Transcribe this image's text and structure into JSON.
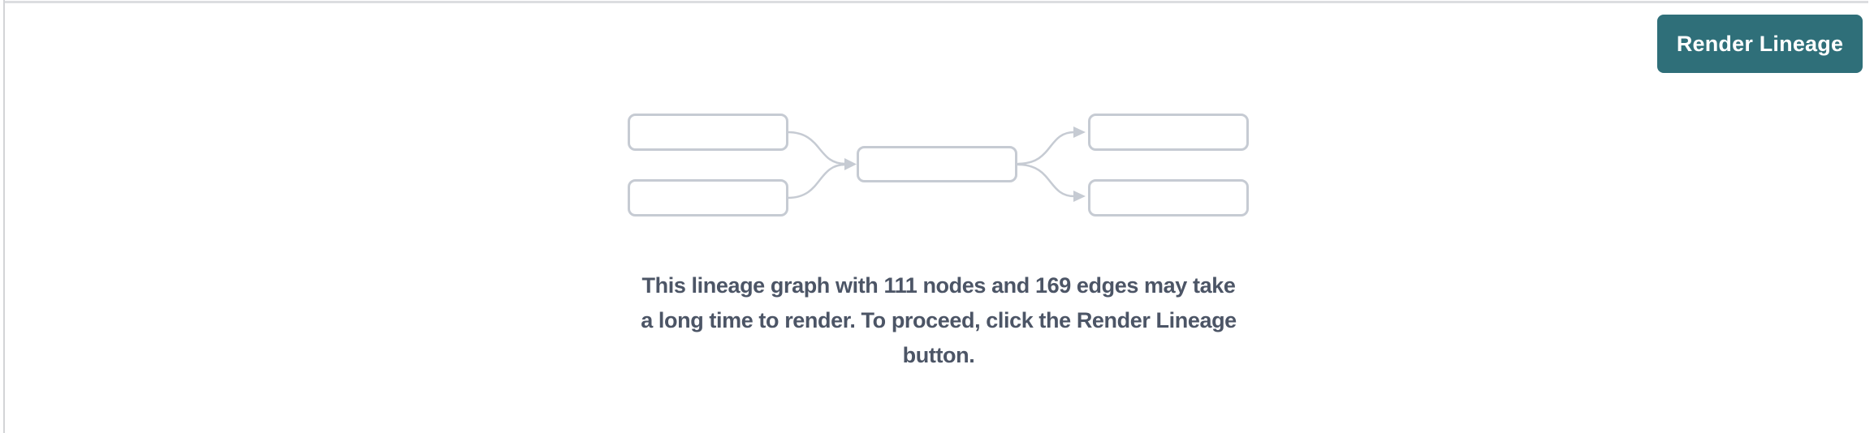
{
  "toolbar": {
    "render_button_label": "Render Lineage"
  },
  "message": {
    "lines": [
      "This lineage graph with 111 nodes and 169 edges may take",
      "a long time to render. To proceed, click the Render Lineage",
      "button."
    ],
    "full_text": "This lineage graph with 111 nodes and 169 edges may take a long time to render. To proceed, click the Render Lineage button.",
    "node_count": "111",
    "edge_count": "169"
  },
  "graphic": {
    "icon": "lineage-graph-icon",
    "box_count": 5,
    "arrow_count": 4
  },
  "colors": {
    "accent_teal": "#2f6f79",
    "button_text": "#ffffff",
    "message_text": "#4c5566",
    "graphic_stroke": "#c6cbd3",
    "divider": "#dcdde0"
  }
}
